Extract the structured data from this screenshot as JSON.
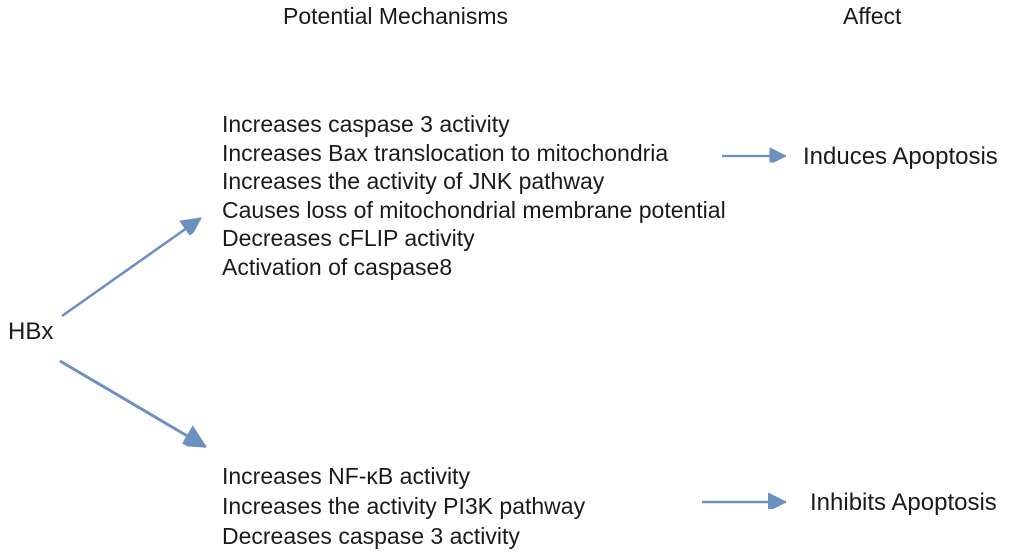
{
  "header": {
    "mechanisms_label": "Potential Mechanisms",
    "affect_label": "Affect"
  },
  "source": {
    "label": "HBx"
  },
  "groups": [
    {
      "effect": "Induces Apoptosis",
      "mechanisms": [
        "Increases caspase 3 activity",
        "Increases Bax translocation to mitochondria",
        "Increases the activity of JNK pathway",
        "Causes loss of mitochondrial membrane potential",
        "Decreases cFLIP activity",
        "Activation of caspase8"
      ]
    },
    {
      "effect": "Inhibits Apoptosis",
      "mechanisms": [
        "Increases NF-κB activity",
        "Increases the activity PI3K pathway",
        "Decreases caspase 3 activity"
      ]
    }
  ],
  "colors": {
    "arrow": "#6d90c1",
    "text": "#1a1a1a"
  }
}
